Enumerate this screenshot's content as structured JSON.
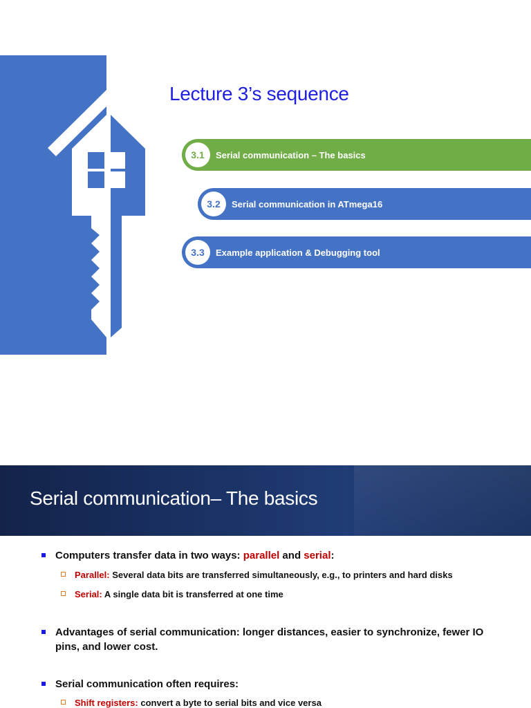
{
  "slide1": {
    "title": "Lecture 3’s sequence",
    "items": [
      {
        "number": "3.1",
        "label": "Serial communication – The basics",
        "color": "#70ad47"
      },
      {
        "number": "3.2",
        "label": "Serial communication in ATmega16",
        "color": "#4472c4"
      },
      {
        "number": "3.3",
        "label": "Example application & Debugging tool",
        "color": "#4472c4"
      }
    ],
    "panel_color": "#4472c4"
  },
  "slide2": {
    "title": "Serial communication– The basics",
    "bullets": [
      {
        "prefix": "Computers transfer data in two ways: ",
        "kw1": "parallel",
        "mid": " and ",
        "kw2": "serial",
        "suffix": ":"
      },
      {
        "text": "Advantages of serial communication: longer distances, easier to synchronize, fewer IO pins, and lower cost."
      },
      {
        "text": "Serial communication often requires:"
      }
    ],
    "subs": [
      {
        "kw": "Parallel:",
        "text": " Several data bits are transferred simultaneously, e.g., to printers and hard disks"
      },
      {
        "kw": "Serial:",
        "text": " A single data bit is transferred at one time"
      },
      {
        "kw": "Shift registers:",
        "text": " convert a byte to serial bits and vice versa"
      }
    ],
    "accent_red": "#c00000",
    "bullet_color": "#1a1ae0"
  }
}
